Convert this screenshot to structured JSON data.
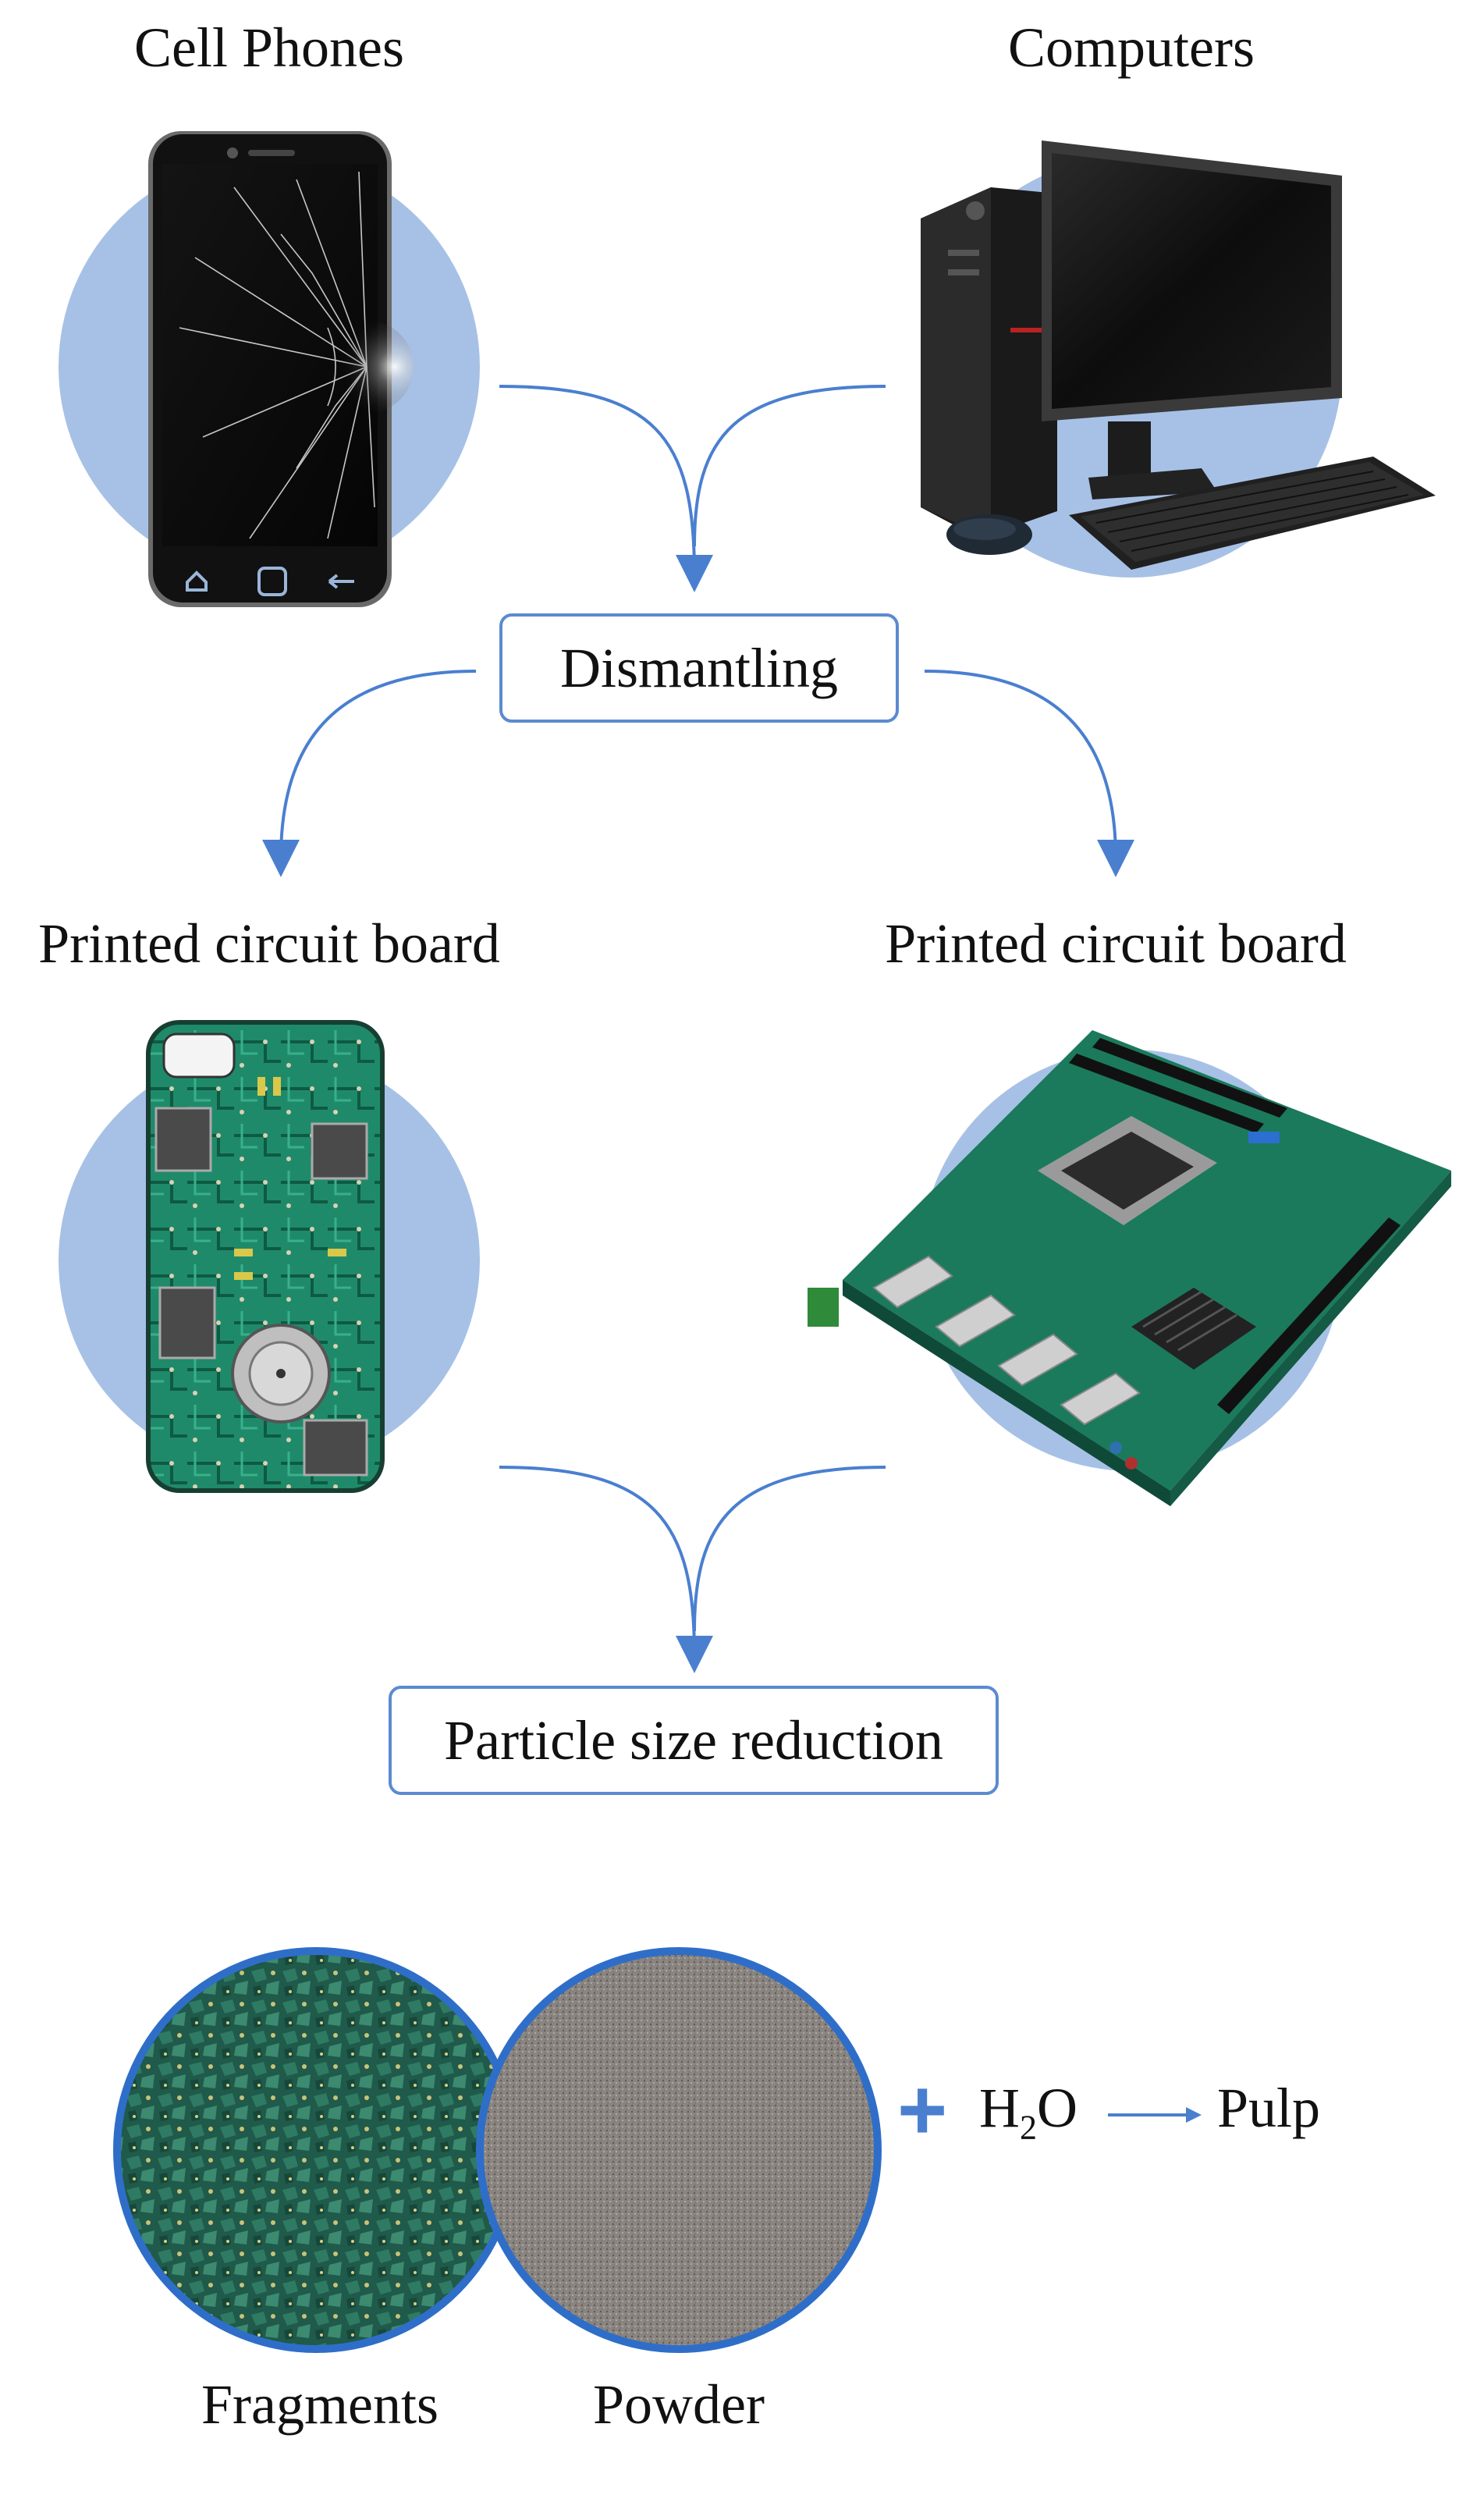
{
  "top": {
    "left_label": "Cell Phones",
    "right_label": "Computers"
  },
  "steps": {
    "step1": "Dismantling",
    "step2": "Particle size reduction"
  },
  "middle": {
    "left_label": "Printed circuit board",
    "right_label": "Printed circuit board"
  },
  "bottom": {
    "plus": "+",
    "water_main": "H",
    "water_sub": "2",
    "water_end": "O",
    "product": "Pulp",
    "left_label": "Fragments",
    "right_label": "Powder"
  },
  "colors": {
    "accent": "#4a7fd0",
    "circle_fill": "#a7c1e6",
    "box_border": "#5b8bd0"
  }
}
